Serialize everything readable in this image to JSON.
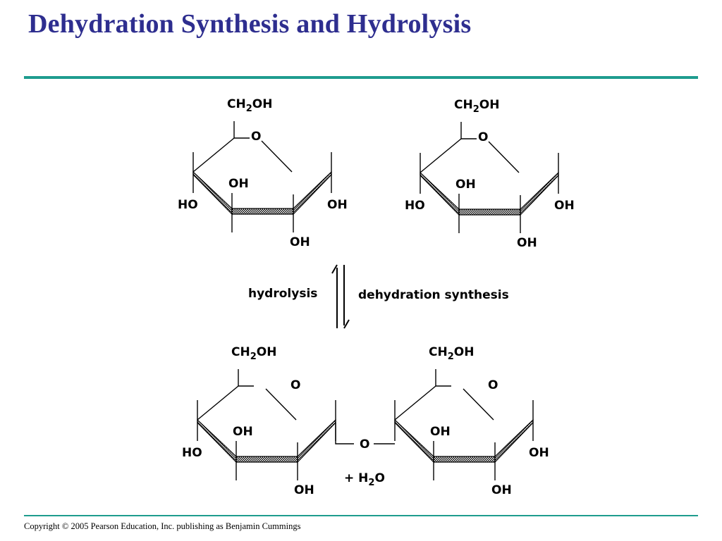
{
  "title": "Dehydration Synthesis and Hydrolysis",
  "footer": "Copyright © 2005 Pearson Education, Inc. publishing as Benjamin Cummings",
  "diagram": {
    "arrow_left_label": "hydrolysis",
    "arrow_right_label": "dehydration synthesis",
    "water_plus": "+ H",
    "water_sub": "2",
    "water_o": "O",
    "bridge_oxygen": "O",
    "ring": {
      "ch2oh_main": "CH",
      "ch2oh_sub": "2",
      "ch2oh_tail": "OH",
      "ring_oxygen": "O",
      "oh": "OH",
      "ho": "HO"
    }
  },
  "colors": {
    "title": "#2e2e8f",
    "rule": "#1e9c8e"
  }
}
